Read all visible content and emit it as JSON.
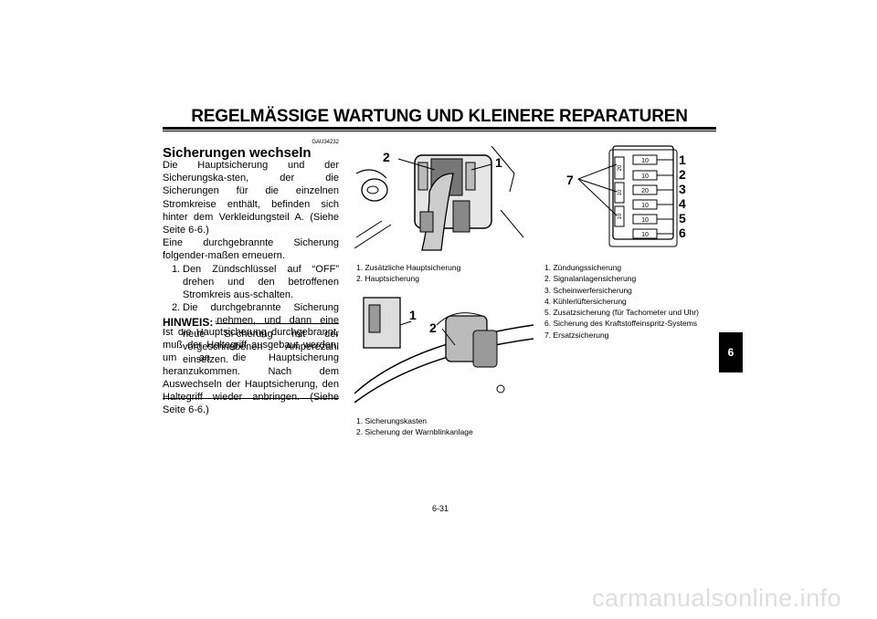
{
  "header": {
    "title": "REGELMÄSSIGE WARTUNG UND KLEINERE REPARATUREN"
  },
  "section": {
    "code": "GAU34232",
    "heading": "Sicherungen wechseln",
    "intro": "Die Hauptsicherung und der Sicherungska-sten, der die Sicherungen für die einzelnen Stromkreise enthält, befinden sich hinter dem Verkleidungsteil A. (Siehe Seite 6-6.)",
    "intro2": "Eine durchgebrannte Sicherung folgender-maßen erneuern.",
    "steps": [
      {
        "num": "1.",
        "text": "Den Zündschlüssel auf “OFF” drehen und den betroffenen Stromkreis aus-schalten."
      },
      {
        "num": "2.",
        "text": "Die durchgebrannte Sicherung her-ausnehmen, und dann eine neue Si-cherung mit der vorgeschriebenen Amperezahl einsetzen."
      }
    ]
  },
  "note": {
    "label": "HINWEIS:",
    "text": "Ist die Hauptsicherung durchgebrannt, muß der Haltegriff ausgebaut werden, um an die Hauptsicherung heranzukommen. Nach dem Auswechseln der Hauptsicherung, den Haltegriff wieder anbringen. (Siehe Seite 6-6.)"
  },
  "figure1": {
    "callouts": [
      "2",
      "1"
    ],
    "captions": [
      "1. Zusätzliche Hauptsicherung",
      "2. Hauptsicherung"
    ]
  },
  "figure2": {
    "callouts": [
      "1",
      "2"
    ],
    "captions": [
      "1. Sicherungskasten",
      "2. Sicherung der Warnblinkanlage"
    ]
  },
  "figure3": {
    "callouts": [
      "1",
      "2",
      "3",
      "4",
      "5",
      "6",
      "7"
    ],
    "fuse_labels": [
      "10",
      "10",
      "20",
      "10",
      "10",
      "10"
    ],
    "spare_labels": [
      "20",
      "10",
      "10",
      "10"
    ],
    "captions": [
      "1. Zündungssicherung",
      "2. Signalanlagensicherung",
      "3. Scheinwerfersicherung",
      "4. Kühlerlüftersicherung",
      "5. Zusatzsicherung (für Tachometer und Uhr)",
      "6. Sicherung des Kraftstoffeinspritz-Systems",
      "7. Ersatzsicherung"
    ]
  },
  "side_tab": "6",
  "page_number": "6-31",
  "watermark": "carmanualsonline.info"
}
